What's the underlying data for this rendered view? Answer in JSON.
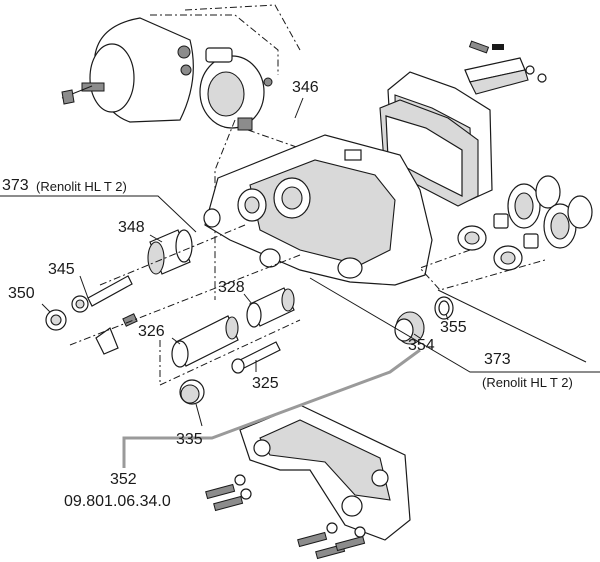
{
  "labels": {
    "p346": "346",
    "p373_top": "373",
    "p373_top_note": "(Renolit HL T 2)",
    "p348": "348",
    "p345": "345",
    "p350": "350",
    "p328": "328",
    "p326": "326",
    "p325": "325",
    "p335": "335",
    "p355": "355",
    "p354": "354",
    "p373_bottom": "373",
    "p373_bottom_note": "(Renolit HL T 2)",
    "p352": "352",
    "p352_code": "09.801.06.34.0"
  },
  "colors": {
    "line": "#1a1a1a",
    "light_shade": "#d9d9d9",
    "mid_shade": "#8c8c8c",
    "leader_grey": "#9a9a9a"
  }
}
